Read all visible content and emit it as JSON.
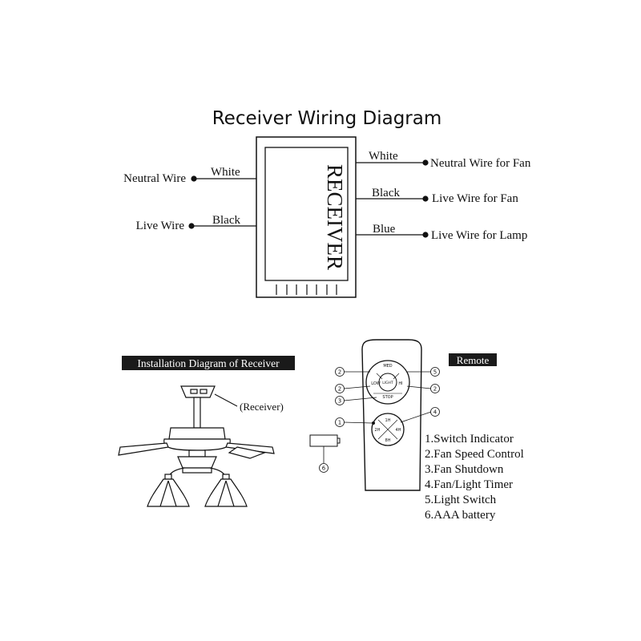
{
  "title": "Receiver Wiring Diagram",
  "receiver_label": "RECEIVER",
  "left_wires": [
    {
      "label": "Neutral Wire",
      "color": "White"
    },
    {
      "label": "Live Wire",
      "color": "Black"
    }
  ],
  "right_wires": [
    {
      "label": "Neutral Wire for Fan",
      "color": "White"
    },
    {
      "label": "Live Wire for Fan",
      "color": "Black"
    },
    {
      "label": "Live Wire for Lamp",
      "color": "Blue"
    }
  ],
  "installation": {
    "title": "Installation Diagram of Receiver",
    "receiver_callout": "(Receiver)"
  },
  "remote": {
    "title": "Remote",
    "buttons": {
      "top": "MED",
      "left": "LOW",
      "center": "LIGHT",
      "right": "HI",
      "stop": "STOP",
      "timer_top": "1H",
      "timer_left": "2H",
      "timer_right": "4H",
      "timer_bottom": "8H"
    },
    "callouts": [
      "2",
      "5",
      "2",
      "2",
      "3",
      "4",
      "1",
      "6"
    ],
    "legend": [
      "1.Switch Indicator",
      "2.Fan Speed Control",
      "3.Fan Shutdown",
      "4.Fan/Light Timer",
      "5.Light Switch",
      "6.AAA battery"
    ]
  },
  "colors": {
    "ink": "#111111",
    "label_bg": "#1a1a1a",
    "label_text": "#ffffff"
  }
}
